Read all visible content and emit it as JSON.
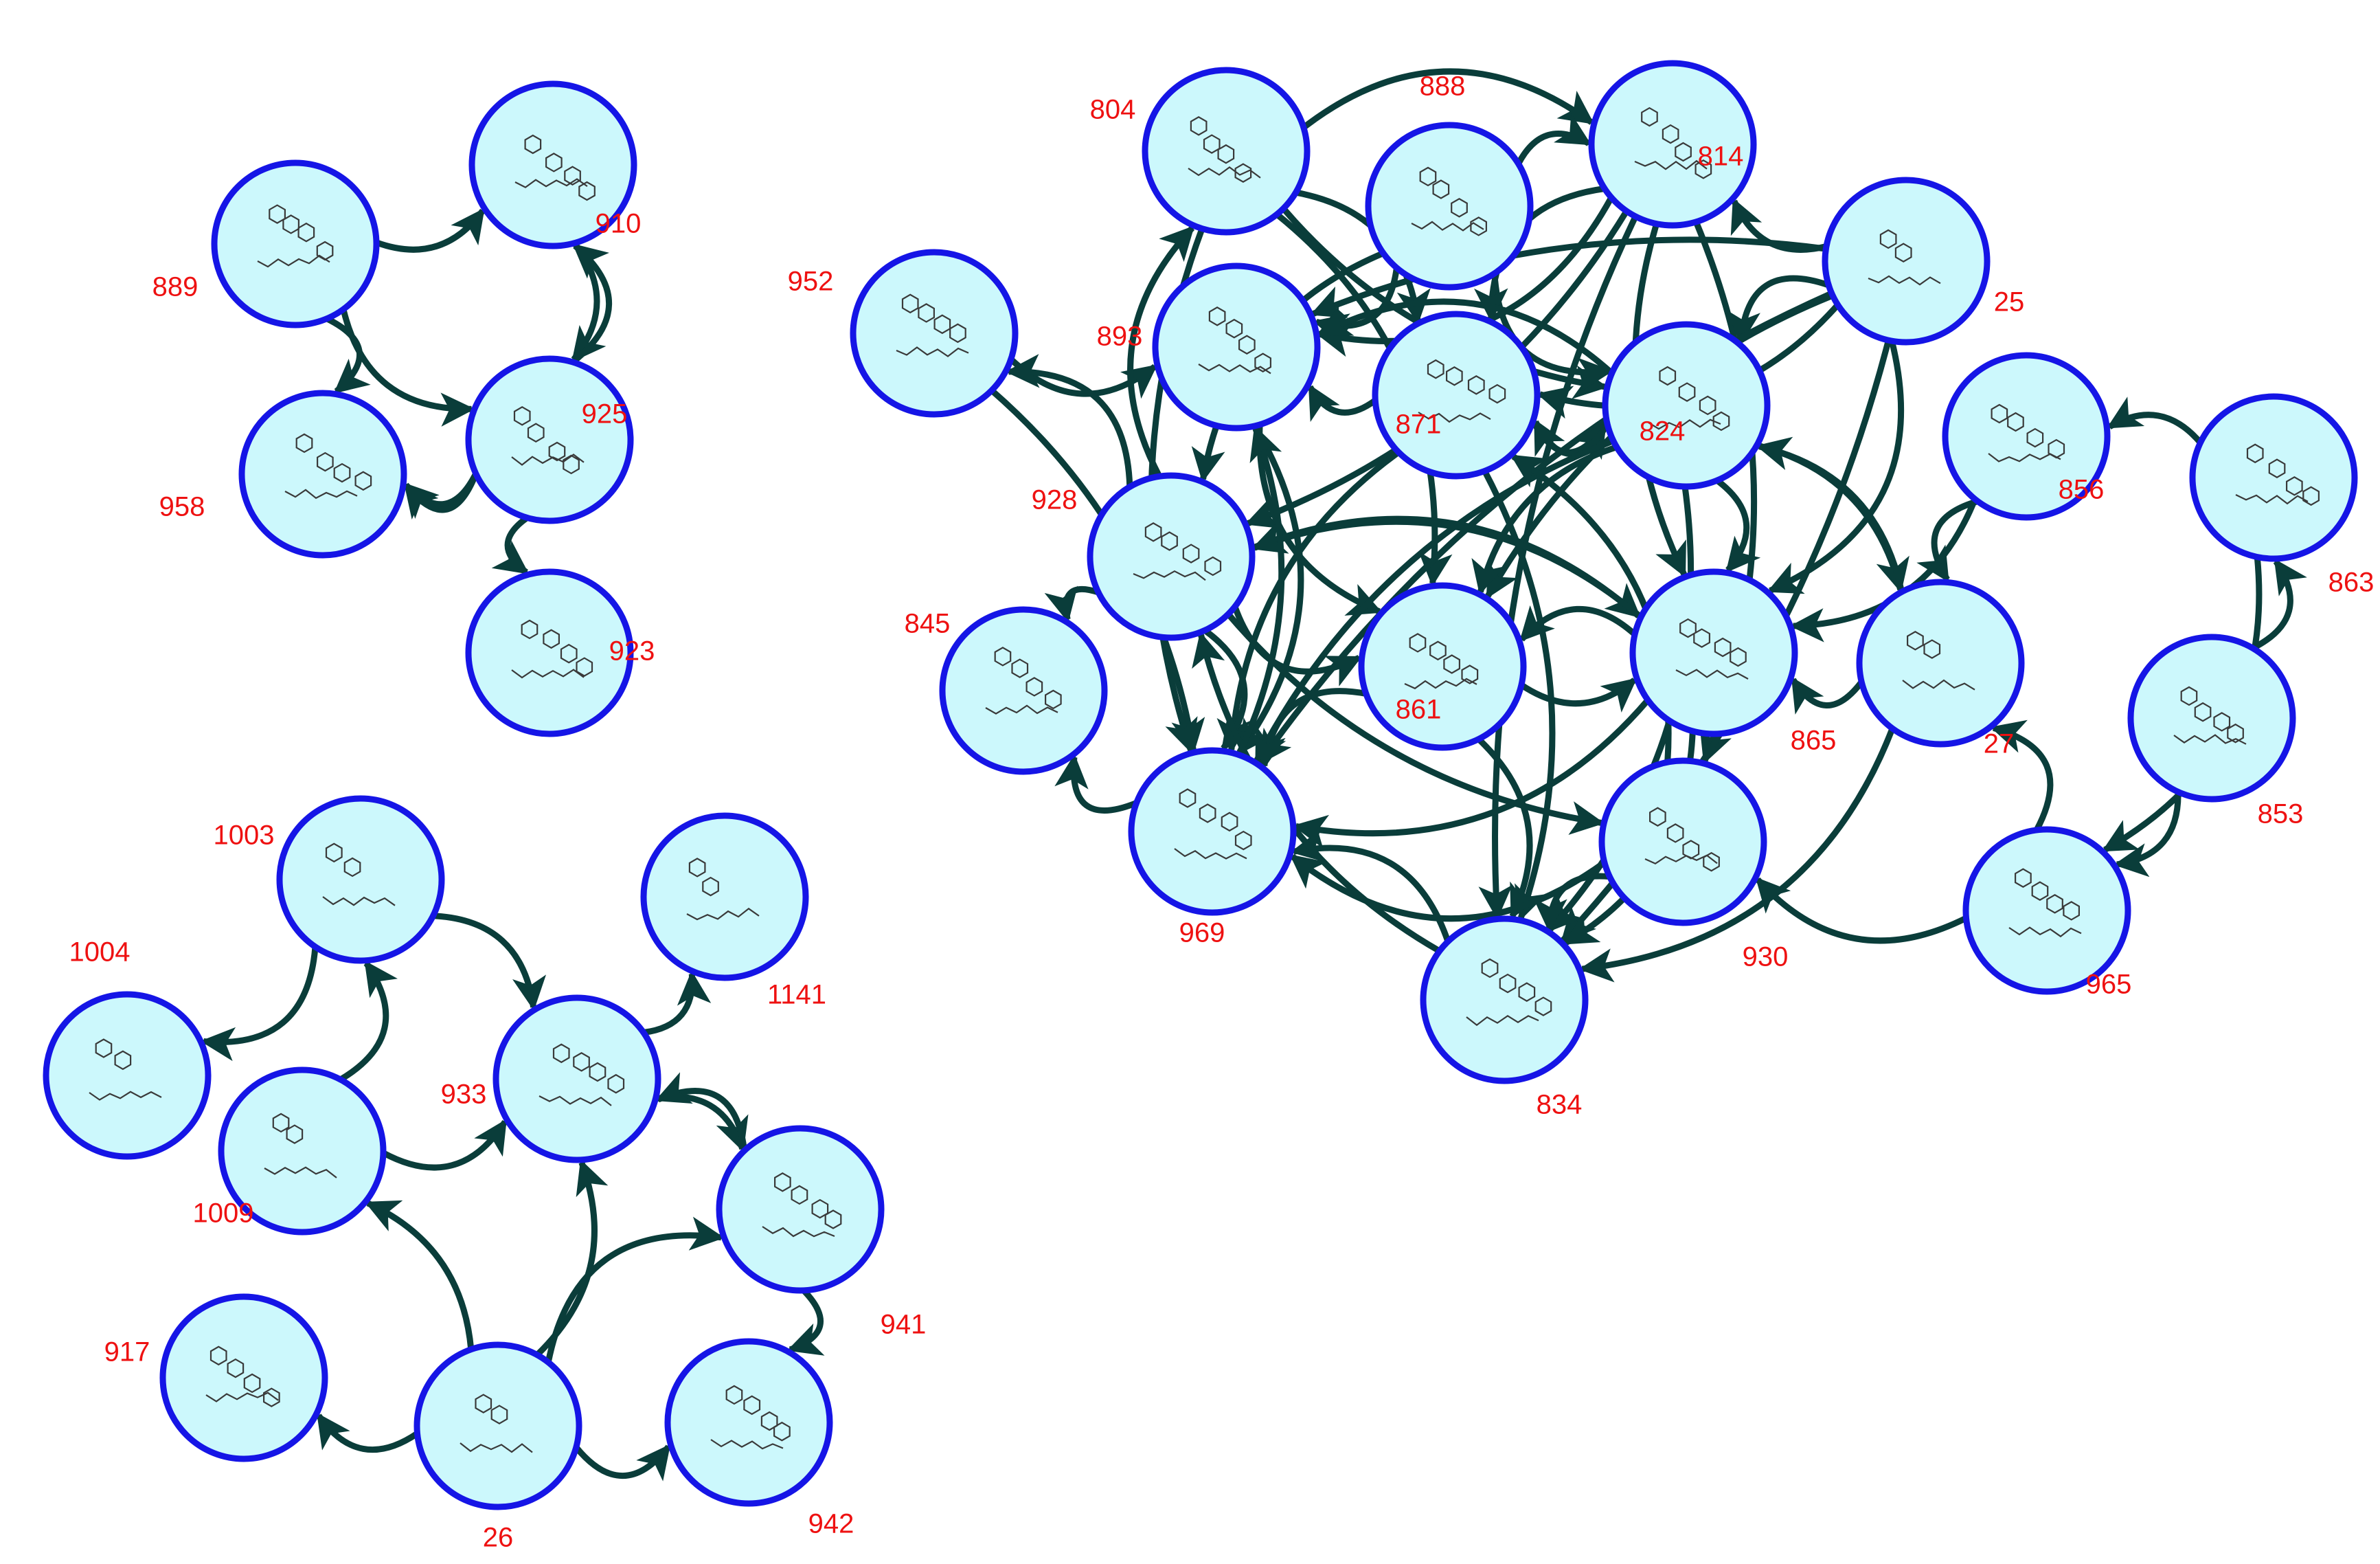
{
  "colors": {
    "node_fill": "#ccf8fc",
    "node_stroke": "#1515e6",
    "edge": "#0a3d3a",
    "label": "#ee1111",
    "background": "#ffffff"
  },
  "nodes": [
    {
      "id": "889",
      "label": "889"
    },
    {
      "id": "910",
      "label": "910"
    },
    {
      "id": "925",
      "label": "925"
    },
    {
      "id": "958",
      "label": "958"
    },
    {
      "id": "923",
      "label": "923"
    },
    {
      "id": "1003",
      "label": "1003"
    },
    {
      "id": "1141",
      "label": "1141"
    },
    {
      "id": "1004",
      "label": "1004"
    },
    {
      "id": "1009",
      "label": "1009"
    },
    {
      "id": "933",
      "label": "933"
    },
    {
      "id": "941",
      "label": "941"
    },
    {
      "id": "917",
      "label": "917"
    },
    {
      "id": "26",
      "label": "26"
    },
    {
      "id": "942",
      "label": "942"
    },
    {
      "id": "952",
      "label": "952"
    },
    {
      "id": "804",
      "label": "804"
    },
    {
      "id": "888",
      "label": "888"
    },
    {
      "id": "814",
      "label": "814"
    },
    {
      "id": "25",
      "label": "25"
    },
    {
      "id": "893",
      "label": "893"
    },
    {
      "id": "871",
      "label": "871"
    },
    {
      "id": "824",
      "label": "824"
    },
    {
      "id": "856",
      "label": "856"
    },
    {
      "id": "863",
      "label": "863"
    },
    {
      "id": "928",
      "label": "928"
    },
    {
      "id": "845",
      "label": "845"
    },
    {
      "id": "861",
      "label": "861"
    },
    {
      "id": "865",
      "label": "865"
    },
    {
      "id": "27",
      "label": "27"
    },
    {
      "id": "853",
      "label": "853"
    },
    {
      "id": "969",
      "label": "969"
    },
    {
      "id": "930",
      "label": "930"
    },
    {
      "id": "965",
      "label": "965"
    },
    {
      "id": "834",
      "label": "834"
    }
  ],
  "edges": [
    [
      "889",
      "910"
    ],
    [
      "889",
      "958"
    ],
    [
      "889",
      "925"
    ],
    [
      "910",
      "925"
    ],
    [
      "925",
      "910"
    ],
    [
      "925",
      "958"
    ],
    [
      "925",
      "923"
    ],
    [
      "925",
      "958"
    ],
    [
      "1009",
      "1003"
    ],
    [
      "1003",
      "933"
    ],
    [
      "933",
      "1141"
    ],
    [
      "1003",
      "1004"
    ],
    [
      "1009",
      "933"
    ],
    [
      "933",
      "941"
    ],
    [
      "941",
      "933"
    ],
    [
      "941",
      "942"
    ],
    [
      "26",
      "933"
    ],
    [
      "26",
      "941"
    ],
    [
      "26",
      "942"
    ],
    [
      "26",
      "917"
    ],
    [
      "26",
      "1009"
    ],
    [
      "804",
      "814"
    ],
    [
      "952",
      "893"
    ],
    [
      "952",
      "969"
    ],
    [
      "928",
      "952"
    ],
    [
      "928",
      "804"
    ],
    [
      "928",
      "845"
    ],
    [
      "969",
      "845"
    ],
    [
      "834",
      "969"
    ],
    [
      "804",
      "871"
    ],
    [
      "804",
      "824"
    ],
    [
      "804",
      "861"
    ],
    [
      "804",
      "969"
    ],
    [
      "888",
      "814"
    ],
    [
      "888",
      "824"
    ],
    [
      "888",
      "893"
    ],
    [
      "888",
      "928"
    ],
    [
      "814",
      "893"
    ],
    [
      "814",
      "871"
    ],
    [
      "814",
      "928"
    ],
    [
      "814",
      "865"
    ],
    [
      "814",
      "930"
    ],
    [
      "814",
      "834"
    ],
    [
      "25",
      "814"
    ],
    [
      "25",
      "824"
    ],
    [
      "25",
      "871"
    ],
    [
      "25",
      "861"
    ],
    [
      "25",
      "865"
    ],
    [
      "25",
      "969"
    ],
    [
      "25",
      "834"
    ],
    [
      "25",
      "893"
    ],
    [
      "893",
      "969"
    ],
    [
      "893",
      "861"
    ],
    [
      "871",
      "893"
    ],
    [
      "871",
      "824"
    ],
    [
      "871",
      "834"
    ],
    [
      "871",
      "969"
    ],
    [
      "824",
      "871"
    ],
    [
      "824",
      "893"
    ],
    [
      "824",
      "865"
    ],
    [
      "824",
      "861"
    ],
    [
      "824",
      "834"
    ],
    [
      "824",
      "969"
    ],
    [
      "824",
      "27"
    ],
    [
      "928",
      "861"
    ],
    [
      "928",
      "969"
    ],
    [
      "928",
      "930"
    ],
    [
      "928",
      "865"
    ],
    [
      "861",
      "969"
    ],
    [
      "861",
      "834"
    ],
    [
      "861",
      "865"
    ],
    [
      "865",
      "969"
    ],
    [
      "865",
      "861"
    ],
    [
      "865",
      "834"
    ],
    [
      "865",
      "928"
    ],
    [
      "27",
      "865"
    ],
    [
      "27",
      "824"
    ],
    [
      "27",
      "834"
    ],
    [
      "856",
      "27"
    ],
    [
      "856",
      "865"
    ],
    [
      "863",
      "856"
    ],
    [
      "863",
      "965"
    ],
    [
      "853",
      "863"
    ],
    [
      "853",
      "965"
    ],
    [
      "965",
      "27"
    ],
    [
      "965",
      "930"
    ],
    [
      "930",
      "834"
    ],
    [
      "930",
      "969"
    ],
    [
      "930",
      "871"
    ],
    [
      "834",
      "928"
    ],
    [
      "969",
      "893"
    ]
  ]
}
